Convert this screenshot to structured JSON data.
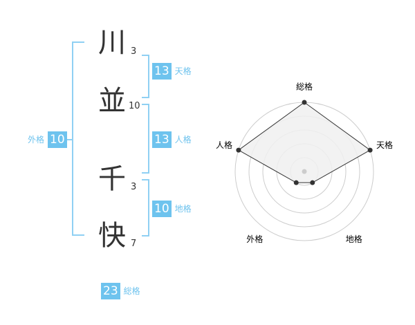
{
  "name": {
    "chars": [
      {
        "char": "川",
        "strokes": "3"
      },
      {
        "char": "並",
        "strokes": "10"
      },
      {
        "char": "千",
        "strokes": "3"
      },
      {
        "char": "快",
        "strokes": "7"
      }
    ]
  },
  "fortune": {
    "tenkaku": {
      "label": "天格",
      "value": "13"
    },
    "jinkaku": {
      "label": "人格",
      "value": "13"
    },
    "chikaku": {
      "label": "地格",
      "value": "10"
    },
    "gaikaku": {
      "label": "外格",
      "value": "10"
    },
    "soukaku": {
      "label": "総格",
      "value": "23"
    }
  },
  "chart_data": {
    "type": "radar",
    "axes": [
      "総格",
      "天格",
      "地格",
      "外格",
      "人格"
    ],
    "values": [
      5,
      5,
      1,
      1,
      5
    ],
    "scale_max": 5,
    "rings": 5,
    "colors": {
      "fill": "#f0f0f0",
      "line": "#333333",
      "ring": "#cccccc",
      "center": "#cccccc"
    }
  },
  "colors": {
    "accent": "#6ec3ee",
    "bracket": "#8fd0f3",
    "text": "#333333"
  }
}
